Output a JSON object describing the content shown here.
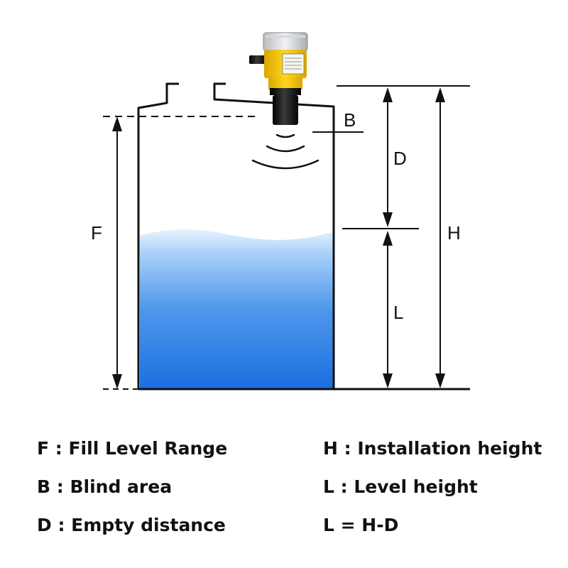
{
  "colors": {
    "line": "#111111",
    "water_top": "#e8f3ff",
    "water_mid": "#6fb0f0",
    "water_bottom": "#1f72e0",
    "sensor_yellow": "#f2c400",
    "sensor_black": "#1a1a1a"
  },
  "dimension_labels": {
    "b": "B",
    "d": "D",
    "f": "F",
    "h": "H",
    "l": "L"
  },
  "legend": [
    {
      "key": "F",
      "sep": " : ",
      "text": "Fill Level Range"
    },
    {
      "key": "B",
      "sep": " : ",
      "text": "Blind area"
    },
    {
      "key": "D",
      "sep": " : ",
      "text": "Empty distance"
    },
    {
      "key": "H",
      "sep": " : ",
      "text": "Installation height"
    },
    {
      "key": "L",
      "sep": " : ",
      "text": "Level height"
    },
    {
      "formula": "L = H-D"
    }
  ],
  "icons": [
    "ultrasonic-level-sensor-icon",
    "sound-wave-icon",
    "tank-icon",
    "liquid-icon"
  ]
}
